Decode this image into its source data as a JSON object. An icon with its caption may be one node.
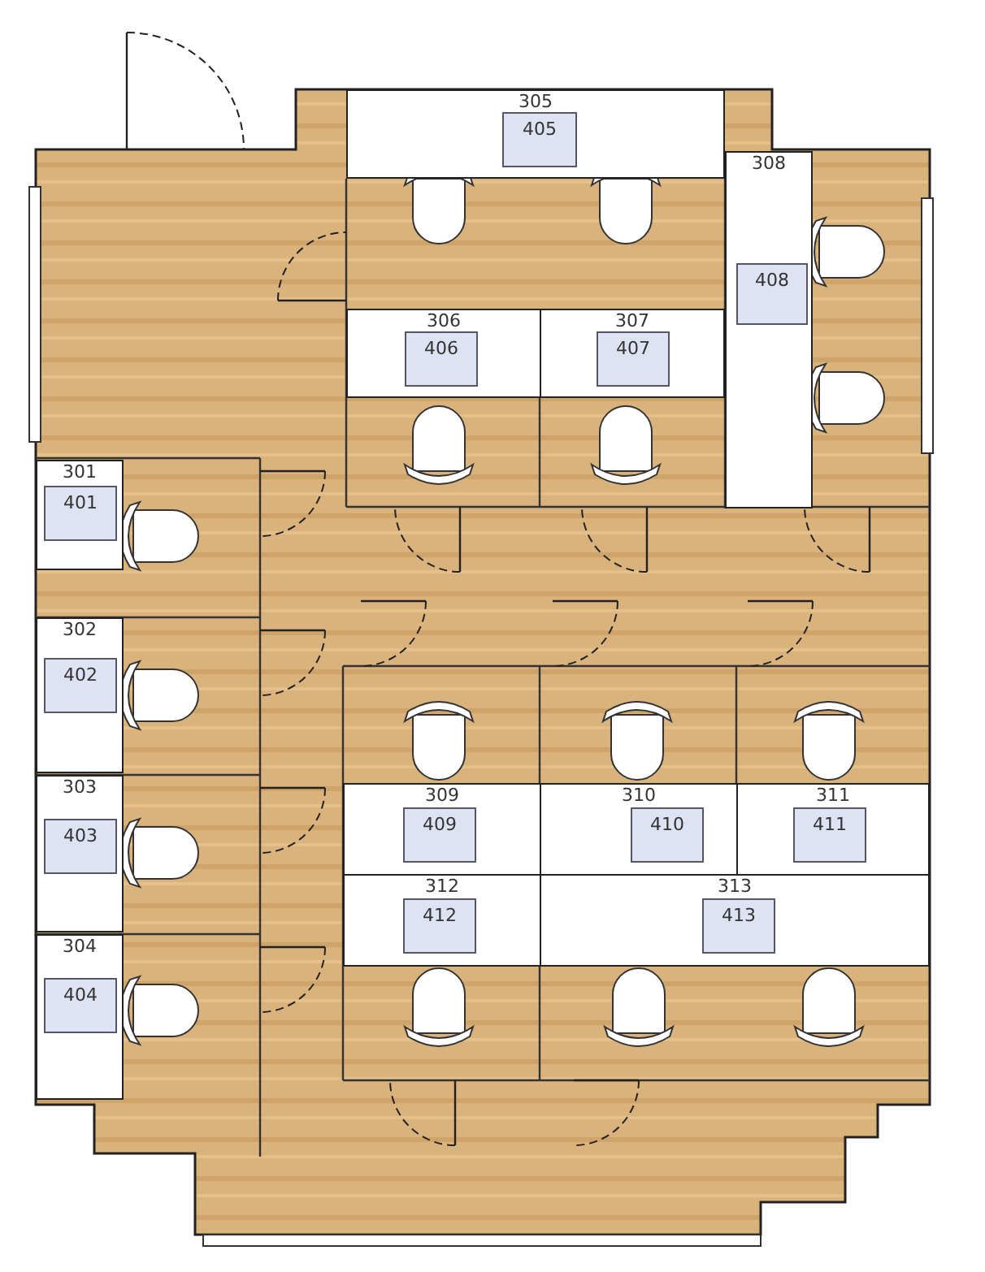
{
  "diagram": {
    "nodes": [
      {
        "text": [
          "301"
        ]
      },
      {
        "text": [
          "401"
        ],
        "in": 0
      },
      {
        "text": [
          "302"
        ]
      },
      {
        "text": [
          "402"
        ],
        "in": 2
      },
      {
        "text": [
          "303"
        ]
      },
      {
        "text": [
          "403"
        ],
        "in": 4
      },
      {
        "text": [
          "304"
        ]
      },
      {
        "text": [
          "404"
        ],
        "in": 6
      },
      {
        "text": [
          "305"
        ]
      },
      {
        "text": [
          "405"
        ],
        "in": 8
      },
      {
        "text": [
          "306"
        ]
      },
      {
        "text": [
          "406"
        ],
        "in": 10
      },
      {
        "text": [
          "307"
        ]
      },
      {
        "text": [
          "407"
        ],
        "in": 12
      },
      {
        "text": [
          "308"
        ]
      },
      {
        "text": [
          "408"
        ],
        "in": 14
      },
      {
        "text": [
          "309"
        ]
      },
      {
        "text": [
          "409"
        ],
        "in": 16
      },
      {
        "text": [
          "310"
        ]
      },
      {
        "text": [
          "410"
        ],
        "in": 18
      },
      {
        "text": [
          "311"
        ]
      },
      {
        "text": [
          "411"
        ],
        "in": 20
      },
      {
        "text": [
          "312"
        ]
      },
      {
        "text": [
          "412"
        ],
        "in": 22
      },
      {
        "text": [
          "313"
        ]
      },
      {
        "text": [
          "413"
        ],
        "in": 24
      }
    ]
  }
}
